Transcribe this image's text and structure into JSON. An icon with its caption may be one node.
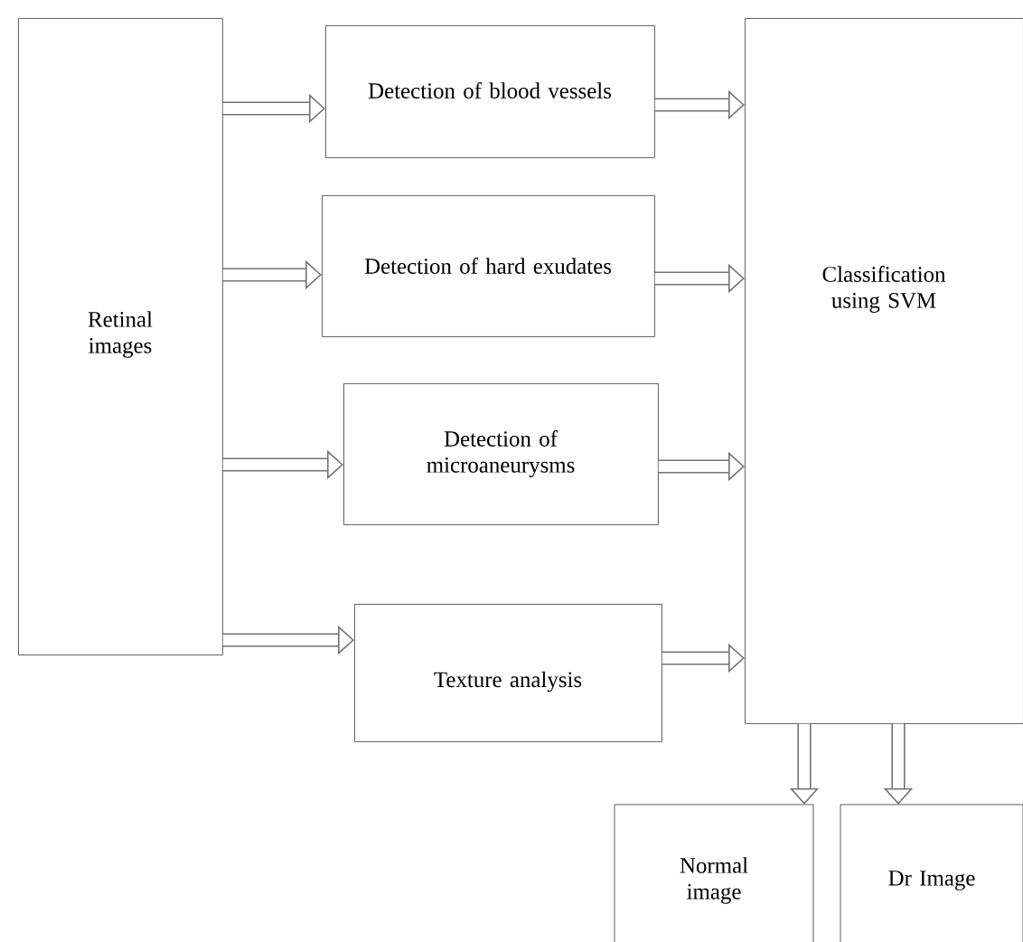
{
  "diagram": {
    "nodes": [
      {
        "text": [
          "Retinal images"
        ]
      },
      {
        "text": [
          "Detection of blood vessels"
        ]
      },
      {
        "text": [
          "Detection of hard exudates"
        ]
      },
      {
        "text": [
          "Detection of microaneurysms"
        ]
      },
      {
        "text": [
          "Texture analysis"
        ]
      },
      {
        "text": [
          "Classification using SVM"
        ]
      },
      {
        "text": [
          "Normal image"
        ]
      },
      {
        "text": [
          "Dr Image"
        ]
      }
    ],
    "edges": [
      {
        "from": 0,
        "to": 1,
        "arrow": "to"
      },
      {
        "from": 0,
        "to": 2,
        "arrow": "to"
      },
      {
        "from": 0,
        "to": 3,
        "arrow": "to"
      },
      {
        "from": 0,
        "to": 4,
        "arrow": "to"
      },
      {
        "from": 1,
        "to": 5,
        "arrow": "to"
      },
      {
        "from": 2,
        "to": 5,
        "arrow": "to"
      },
      {
        "from": 3,
        "to": 5,
        "arrow": "to"
      },
      {
        "from": 4,
        "to": 5,
        "arrow": "to"
      },
      {
        "from": 5,
        "to": 6,
        "arrow": "to"
      },
      {
        "from": 5,
        "to": 7,
        "arrow": "to"
      }
    ]
  }
}
